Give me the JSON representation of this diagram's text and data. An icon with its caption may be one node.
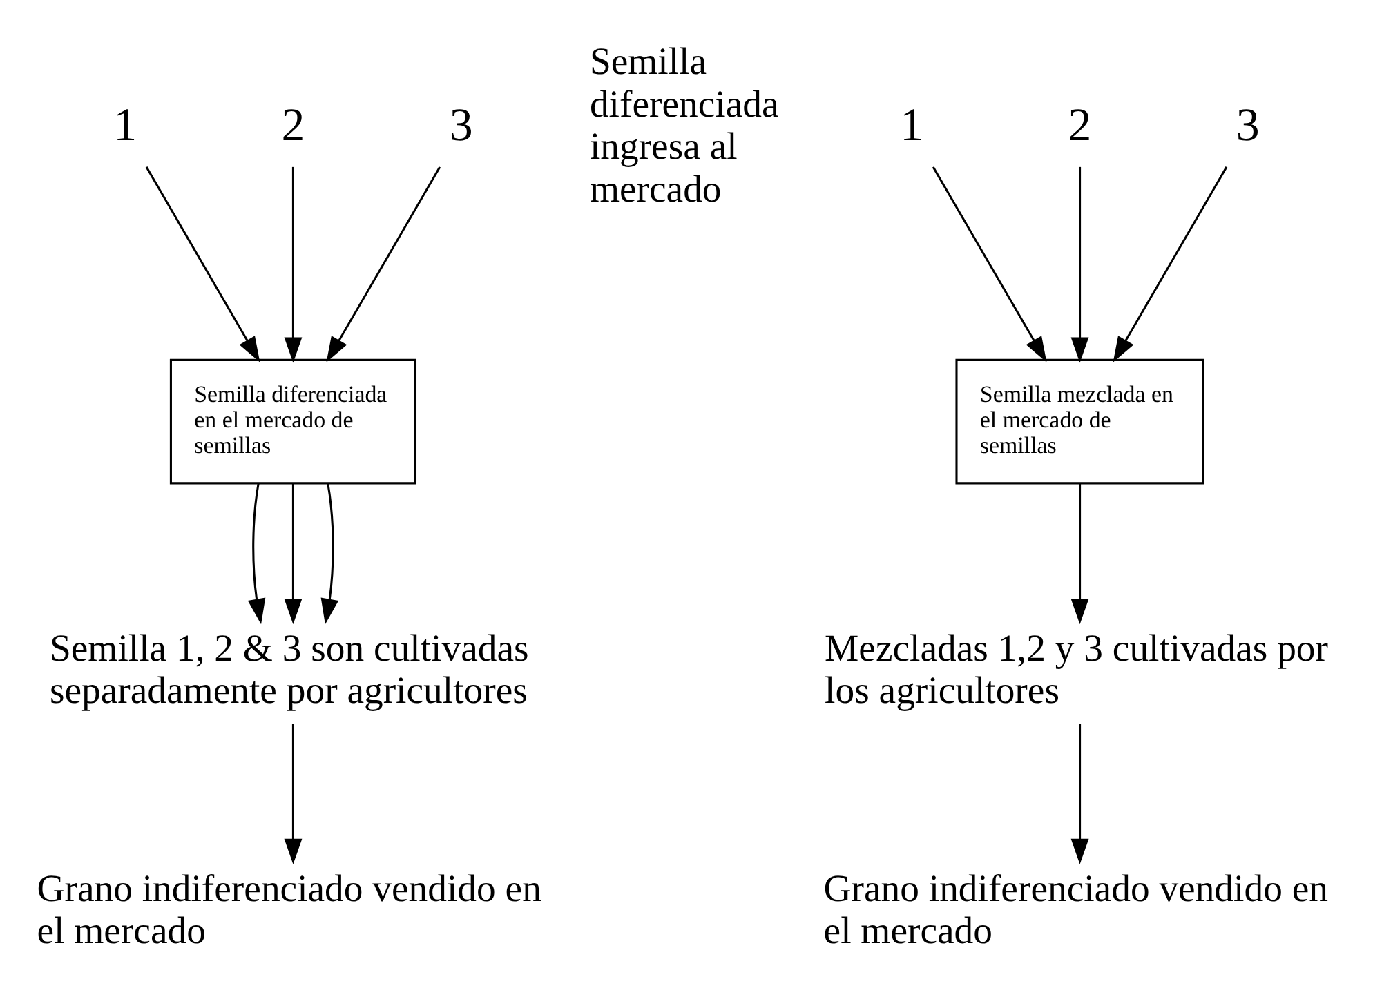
{
  "diagram": {
    "nodes": [
      {
        "text": [
          "1"
        ]
      },
      {
        "text": [
          "2"
        ]
      },
      {
        "text": [
          "3"
        ]
      },
      {
        "text": [
          "Semilla diferenciada en el mercado de semillas"
        ]
      },
      {
        "text": [
          "Semilla 1, 2 & 3 son cultivadas separadamente por agricultores"
        ]
      },
      {
        "text": [
          "Grano indiferenciado vendido en el mercado"
        ]
      },
      {
        "text": [
          "1"
        ]
      },
      {
        "text": [
          "2"
        ]
      },
      {
        "text": [
          "3"
        ]
      },
      {
        "text": [
          "Semilla mezclada en el mercado de semillas"
        ]
      },
      {
        "text": [
          "Mezcladas 1,2 y 3 cultivadas por los agricultores"
        ]
      },
      {
        "text": [
          "Grano indiferenciado vendido en el mercado"
        ]
      }
    ],
    "edges": [
      {
        "from": 0,
        "to": 3,
        "arrow": "to"
      },
      {
        "from": 1,
        "to": 3,
        "arrow": "to"
      },
      {
        "from": 2,
        "to": 3,
        "arrow": "to"
      },
      {
        "from": 3,
        "to": 4,
        "arrow": "to"
      },
      {
        "from": 3,
        "to": 4,
        "arrow": "to"
      },
      {
        "from": 3,
        "to": 4,
        "arrow": "to"
      },
      {
        "from": 4,
        "to": 5,
        "arrow": "to"
      },
      {
        "from": 6,
        "to": 9,
        "arrow": "to"
      },
      {
        "from": 7,
        "to": 9,
        "arrow": "to"
      },
      {
        "from": 8,
        "to": 9,
        "arrow": "to"
      },
      {
        "from": 9,
        "to": 10,
        "arrow": "to"
      },
      {
        "from": 10,
        "to": 11,
        "arrow": "to"
      }
    ],
    "labels": [
      "Semilla diferenciada ingresa al mercado"
    ]
  }
}
